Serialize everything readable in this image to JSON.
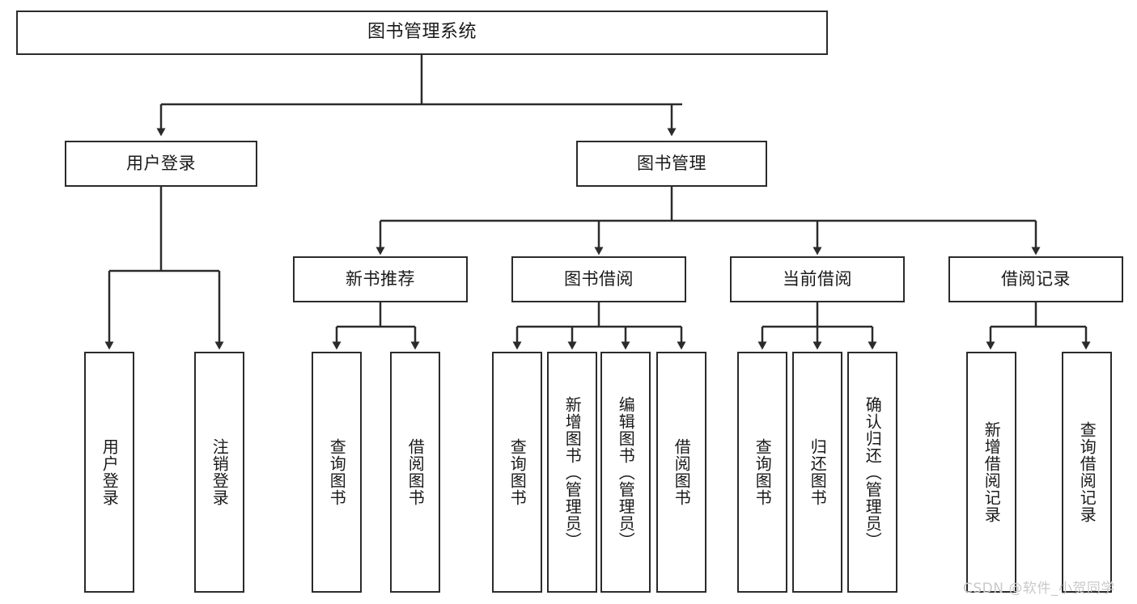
{
  "diagram": {
    "title": "图书管理系统",
    "type": "tree-hierarchy",
    "root": {
      "label": "图书管理系统"
    },
    "level2": [
      {
        "label": "用户登录"
      },
      {
        "label": "图书管理"
      }
    ],
    "level3": [
      {
        "label": "新书推荐"
      },
      {
        "label": "图书借阅"
      },
      {
        "label": "当前借阅"
      },
      {
        "label": "借阅记录"
      }
    ],
    "leaves_user_login": [
      {
        "label": "用户登录"
      },
      {
        "label": "注销登录"
      }
    ],
    "leaves_new_book": [
      {
        "label": "查询图书"
      },
      {
        "label": "借阅图书"
      }
    ],
    "leaves_borrow": [
      {
        "label": "查询图书"
      },
      {
        "label": "新增图书（管理员）"
      },
      {
        "label": "编辑图书（管理员）"
      },
      {
        "label": "借阅图书"
      }
    ],
    "leaves_current": [
      {
        "label": "查询图书"
      },
      {
        "label": "归还图书"
      },
      {
        "label": "确认归还（管理员）"
      }
    ],
    "leaves_records": [
      {
        "label": "新增借阅记录"
      },
      {
        "label": "查询借阅记录"
      }
    ]
  },
  "watermark": {
    "text": "CSDN @软件_小贺同学"
  },
  "colors": {
    "border": "#2b2b2b",
    "background": "#ffffff",
    "text": "#1a1a1a",
    "watermark": "#c9c9c9"
  }
}
